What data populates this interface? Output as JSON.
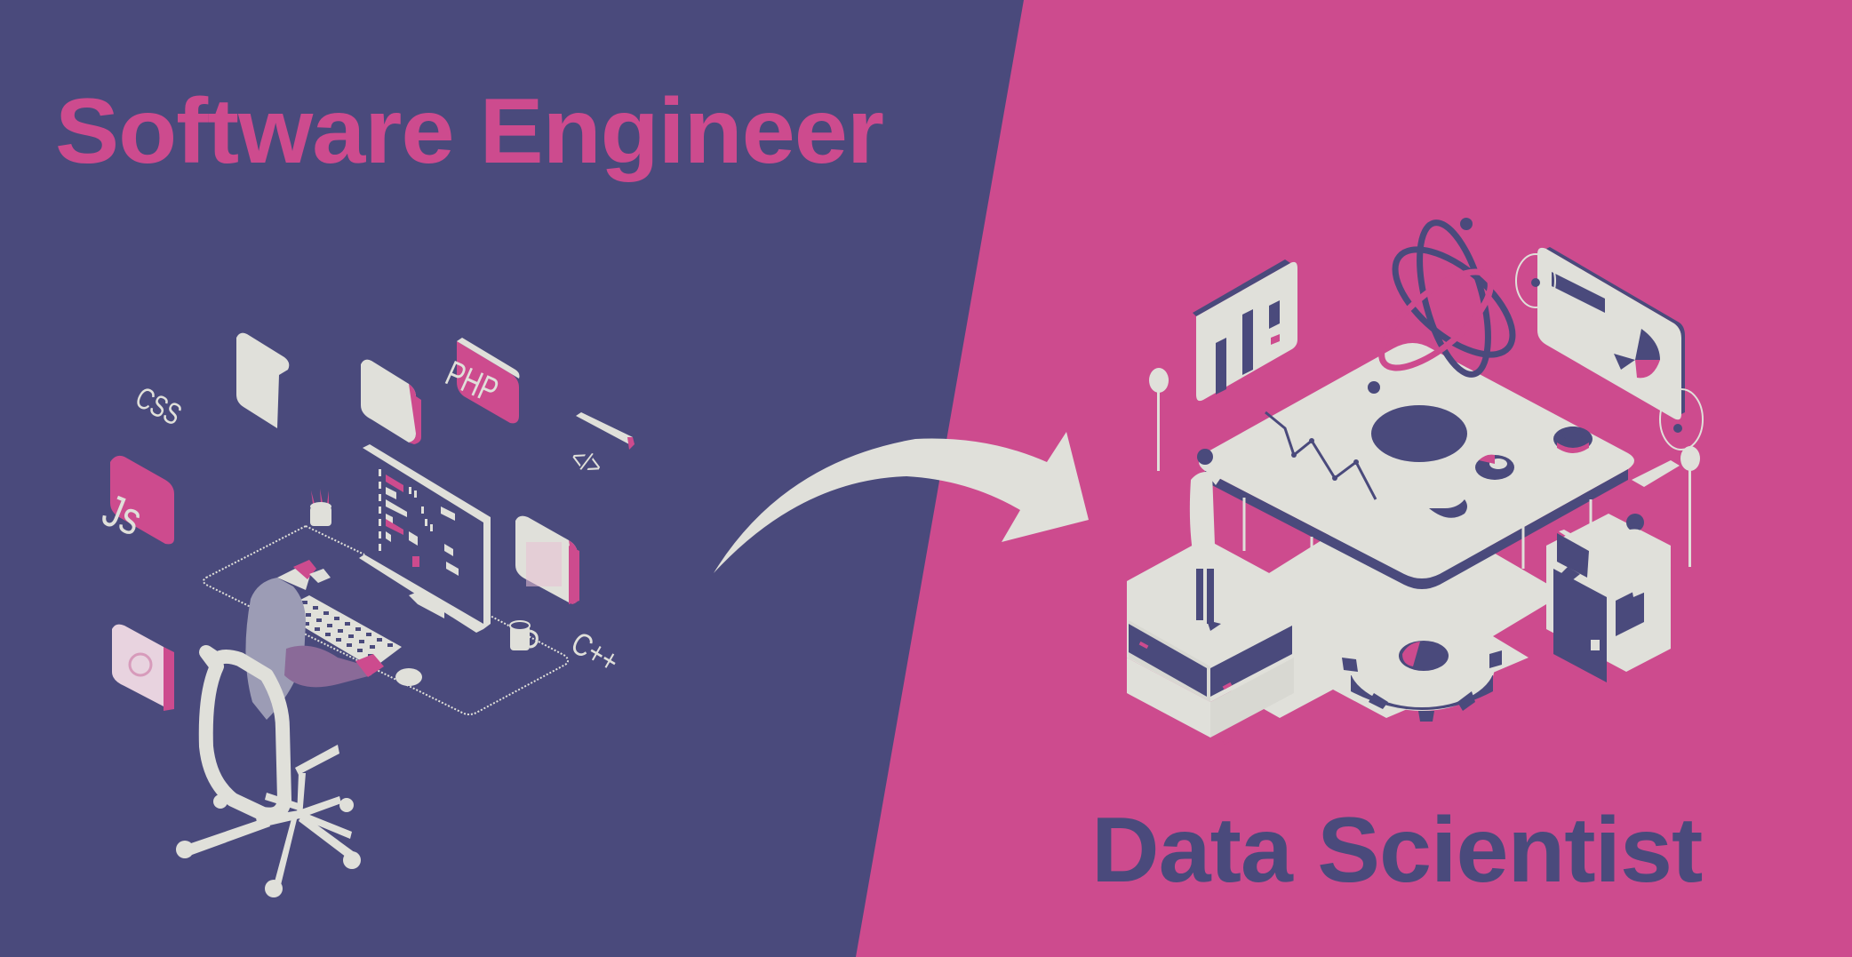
{
  "colors": {
    "left_background": "#4A4A7C",
    "right_background": "#CD4B8E",
    "ink_light": "#E0E0DA",
    "accent_pink": "#CD4B8E",
    "accent_navy": "#4A4A7C"
  },
  "left_panel": {
    "title": "Software Engineer",
    "tech_labels": {
      "css": "CSS",
      "php": "PHP",
      "js": "Js",
      "html_tag": "</>",
      "cpp": "C++"
    },
    "illustration": "developer-at-desk-isometric"
  },
  "transition": {
    "icon": "curved-arrow-right-icon"
  },
  "right_panel": {
    "title": "Data Scientist",
    "illustration": "data-science-lab-isometric"
  }
}
